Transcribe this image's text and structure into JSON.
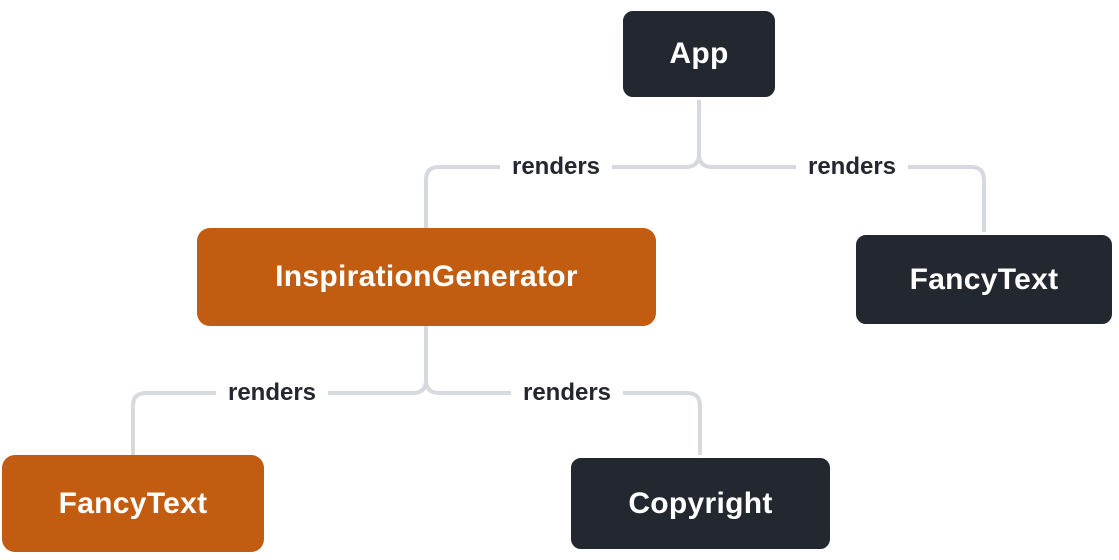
{
  "diagram": {
    "type": "tree",
    "description": "React component render tree",
    "nodes": [
      {
        "id": "app",
        "label": "App",
        "variant": "dark"
      },
      {
        "id": "inspiration-generator",
        "label": "InspirationGenerator",
        "variant": "orange"
      },
      {
        "id": "fancy-text-top",
        "label": "FancyText",
        "variant": "dark"
      },
      {
        "id": "fancy-text-bottom",
        "label": "FancyText",
        "variant": "orange"
      },
      {
        "id": "copyright",
        "label": "Copyright",
        "variant": "dark"
      }
    ],
    "edges": [
      {
        "from": "App",
        "to": "InspirationGenerator",
        "label": "renders"
      },
      {
        "from": "App",
        "to": "FancyText",
        "label": "renders"
      },
      {
        "from": "InspirationGenerator",
        "to": "FancyText",
        "label": "renders"
      },
      {
        "from": "InspirationGenerator",
        "to": "Copyright",
        "label": "renders"
      }
    ],
    "colors": {
      "dark_node": "#23272f",
      "orange_node": "#c25c10",
      "node_text": "#ffffff",
      "connector": "#d6dae0",
      "edge_label_text": "#23272f",
      "background": "#ffffff"
    }
  }
}
